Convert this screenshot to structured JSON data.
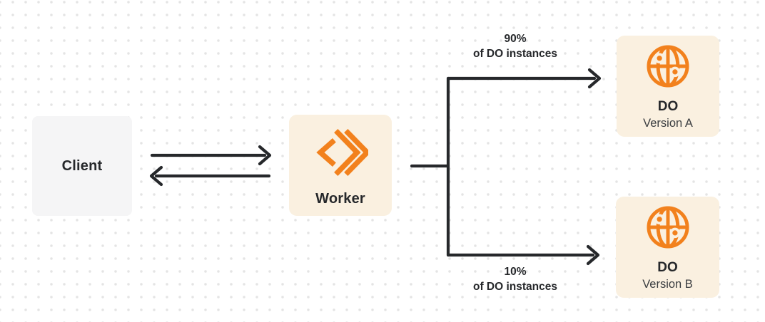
{
  "colors": {
    "canvas-bg": "#ffffff",
    "grid-dot": "#e4e4e4",
    "client-bg": "#f5f5f6",
    "node-bg": "#faf0e0",
    "accent-orange": "#f2811d",
    "ink": "#26282b",
    "subtle-ink": "#3a3d40"
  },
  "nodes": {
    "client": {
      "label": "Client"
    },
    "worker": {
      "label": "Worker",
      "icon": "workers-icon"
    },
    "do_a": {
      "title": "DO",
      "subtitle": "Version A",
      "icon": "globe-icon"
    },
    "do_b": {
      "title": "DO",
      "subtitle": "Version B",
      "icon": "globe-icon"
    }
  },
  "routes": {
    "top": {
      "percent": "90%",
      "caption": "of DO instances"
    },
    "bottom": {
      "percent": "10%",
      "caption": "of DO instances"
    }
  }
}
